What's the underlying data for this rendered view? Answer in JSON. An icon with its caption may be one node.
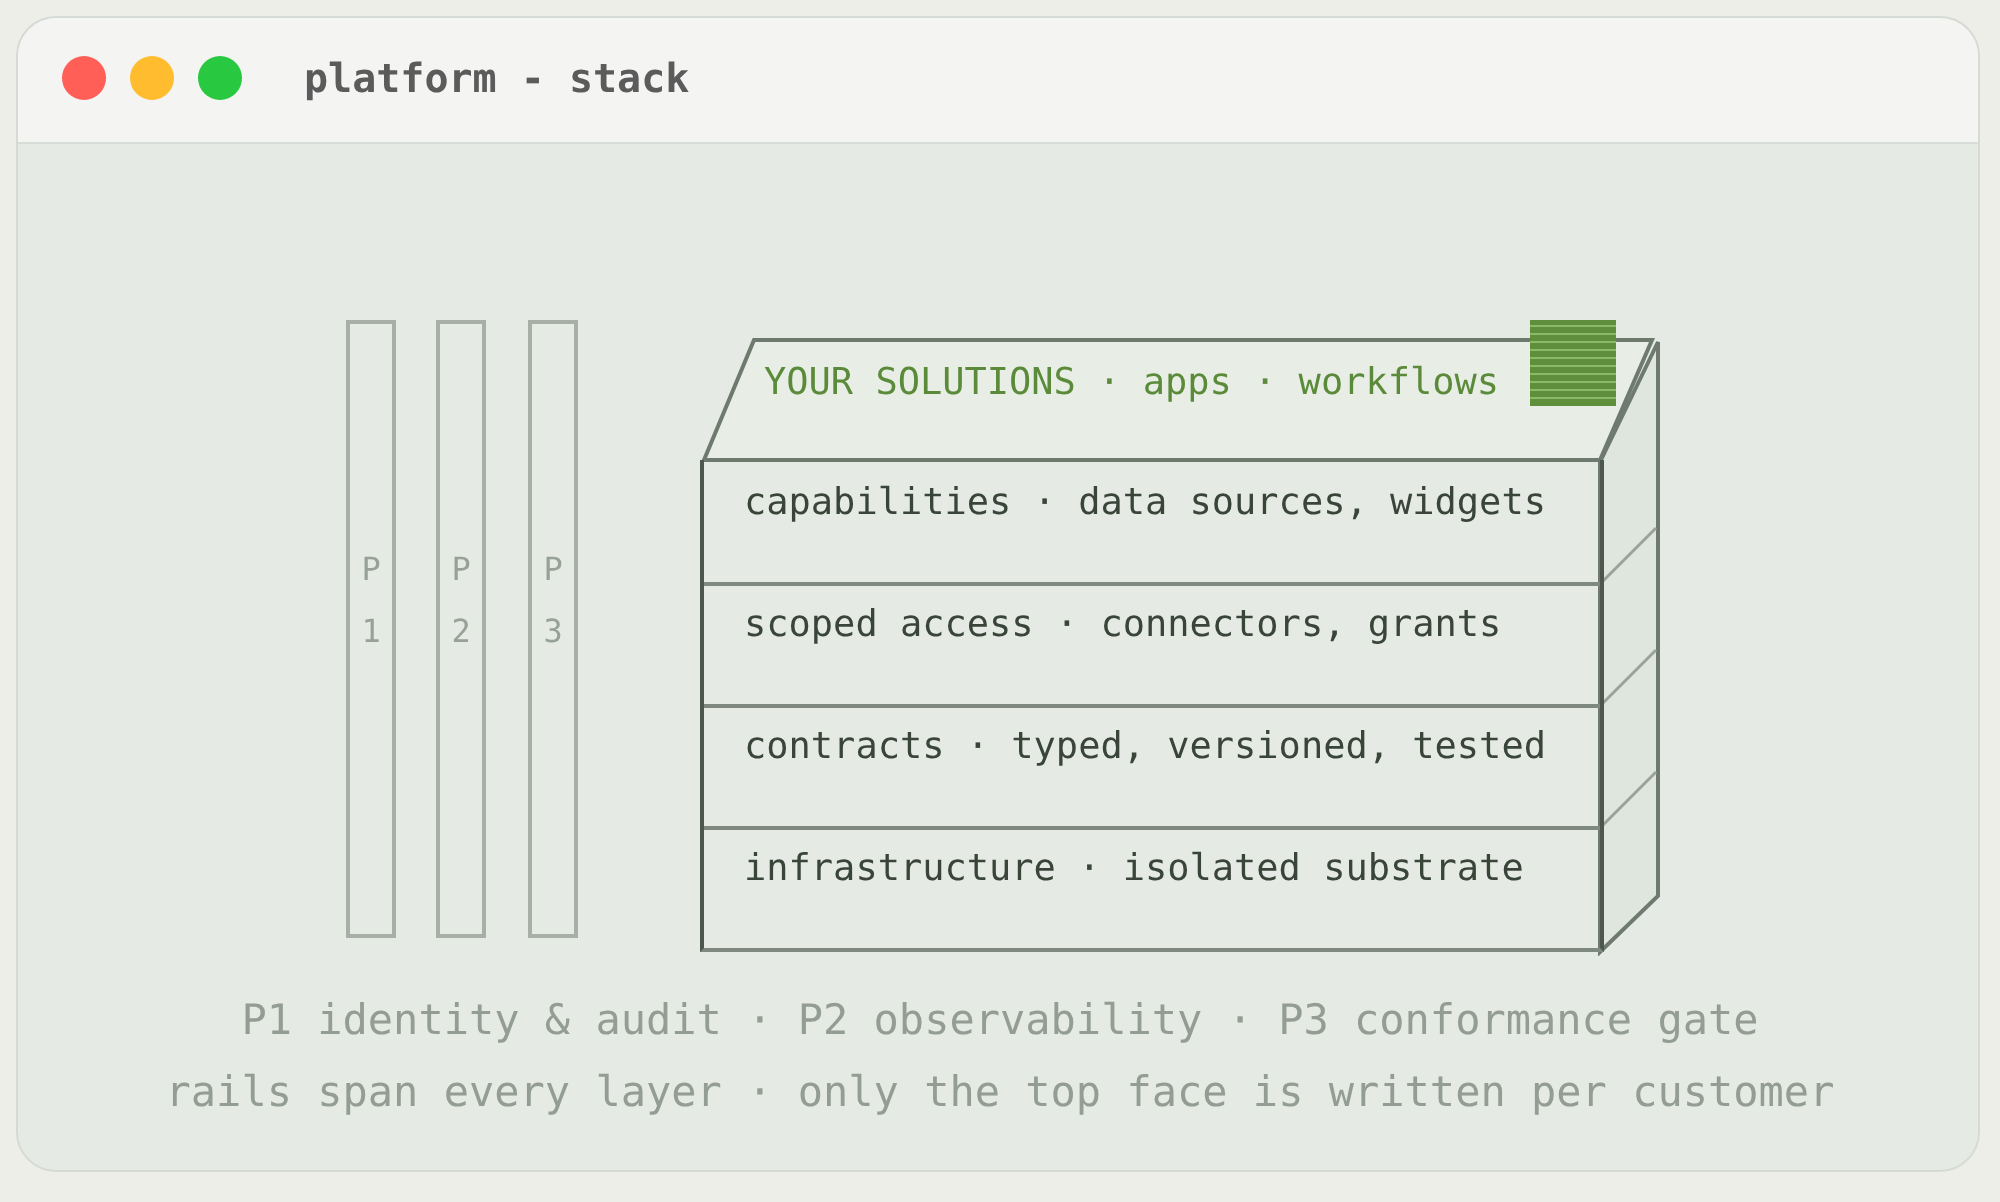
{
  "diagram": {
    "title": "platform - stack",
    "nodes": [
      {
        "text": [
          "P1"
        ]
      },
      {
        "text": [
          "P2"
        ]
      },
      {
        "text": [
          "P3"
        ]
      },
      {
        "text": [
          "YOUR SOLUTIONS · apps · workflows"
        ]
      },
      {
        "text": [
          "capabilities · data sources, widgets"
        ]
      },
      {
        "text": [
          "scoped access · connectors, grants"
        ]
      },
      {
        "text": [
          "contracts · typed, versioned, tested"
        ]
      },
      {
        "text": [
          "infrastructure · isolated substrate"
        ]
      }
    ],
    "labels": [
      "P1 identity & audit · P2 observability · P3 conformance gate",
      "rails span every layer · only the top face is written per customer"
    ]
  }
}
